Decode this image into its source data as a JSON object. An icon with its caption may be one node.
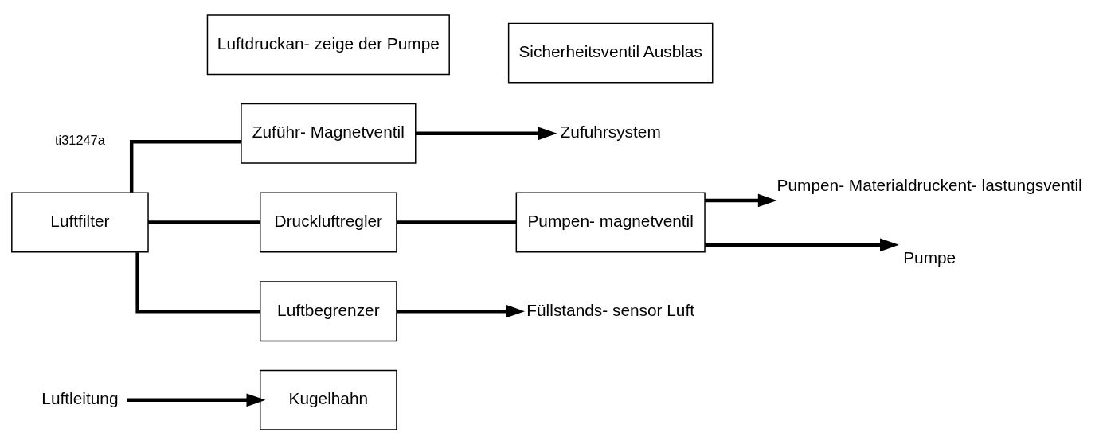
{
  "diagram": {
    "nodes": [
      {
        "text": [
          "Luftleitung"
        ]
      },
      {
        "text": [
          "Kugelhahn"
        ]
      },
      {
        "text": [
          "Luftfilter"
        ]
      },
      {
        "text": [
          "Zuführ- Magnetventil"
        ]
      },
      {
        "text": [
          "Zufuhrsystem"
        ]
      },
      {
        "text": [
          "Luftdruckan- zeige der Pumpe"
        ]
      },
      {
        "text": [
          "Druckluftregler"
        ]
      },
      {
        "text": [
          "Sicherheitsventil Ausblas"
        ]
      },
      {
        "text": [
          "Pumpen- magnetventil"
        ]
      },
      {
        "text": [
          "Pumpen- Materialdruckent- lastungsventil"
        ]
      },
      {
        "text": [
          "Pumpe"
        ]
      },
      {
        "text": [
          "Luftbegrenzer"
        ]
      },
      {
        "text": [
          "Füllstands- sensor Luft"
        ]
      }
    ],
    "edges": [
      {
        "from": 0,
        "to": 1,
        "arrow": "to"
      },
      {
        "from": 2,
        "to": 3,
        "arrow": "none"
      },
      {
        "from": 2,
        "to": 6,
        "arrow": "none"
      },
      {
        "from": 2,
        "to": 11,
        "arrow": "none"
      },
      {
        "from": 3,
        "to": 4,
        "arrow": "to"
      },
      {
        "from": 6,
        "to": 8,
        "arrow": "none"
      },
      {
        "from": 8,
        "to": 9,
        "arrow": "to"
      },
      {
        "from": 8,
        "to": 10,
        "arrow": "to"
      },
      {
        "from": 11,
        "to": 12,
        "arrow": "to"
      }
    ],
    "labels": [
      "ti31247a"
    ]
  }
}
